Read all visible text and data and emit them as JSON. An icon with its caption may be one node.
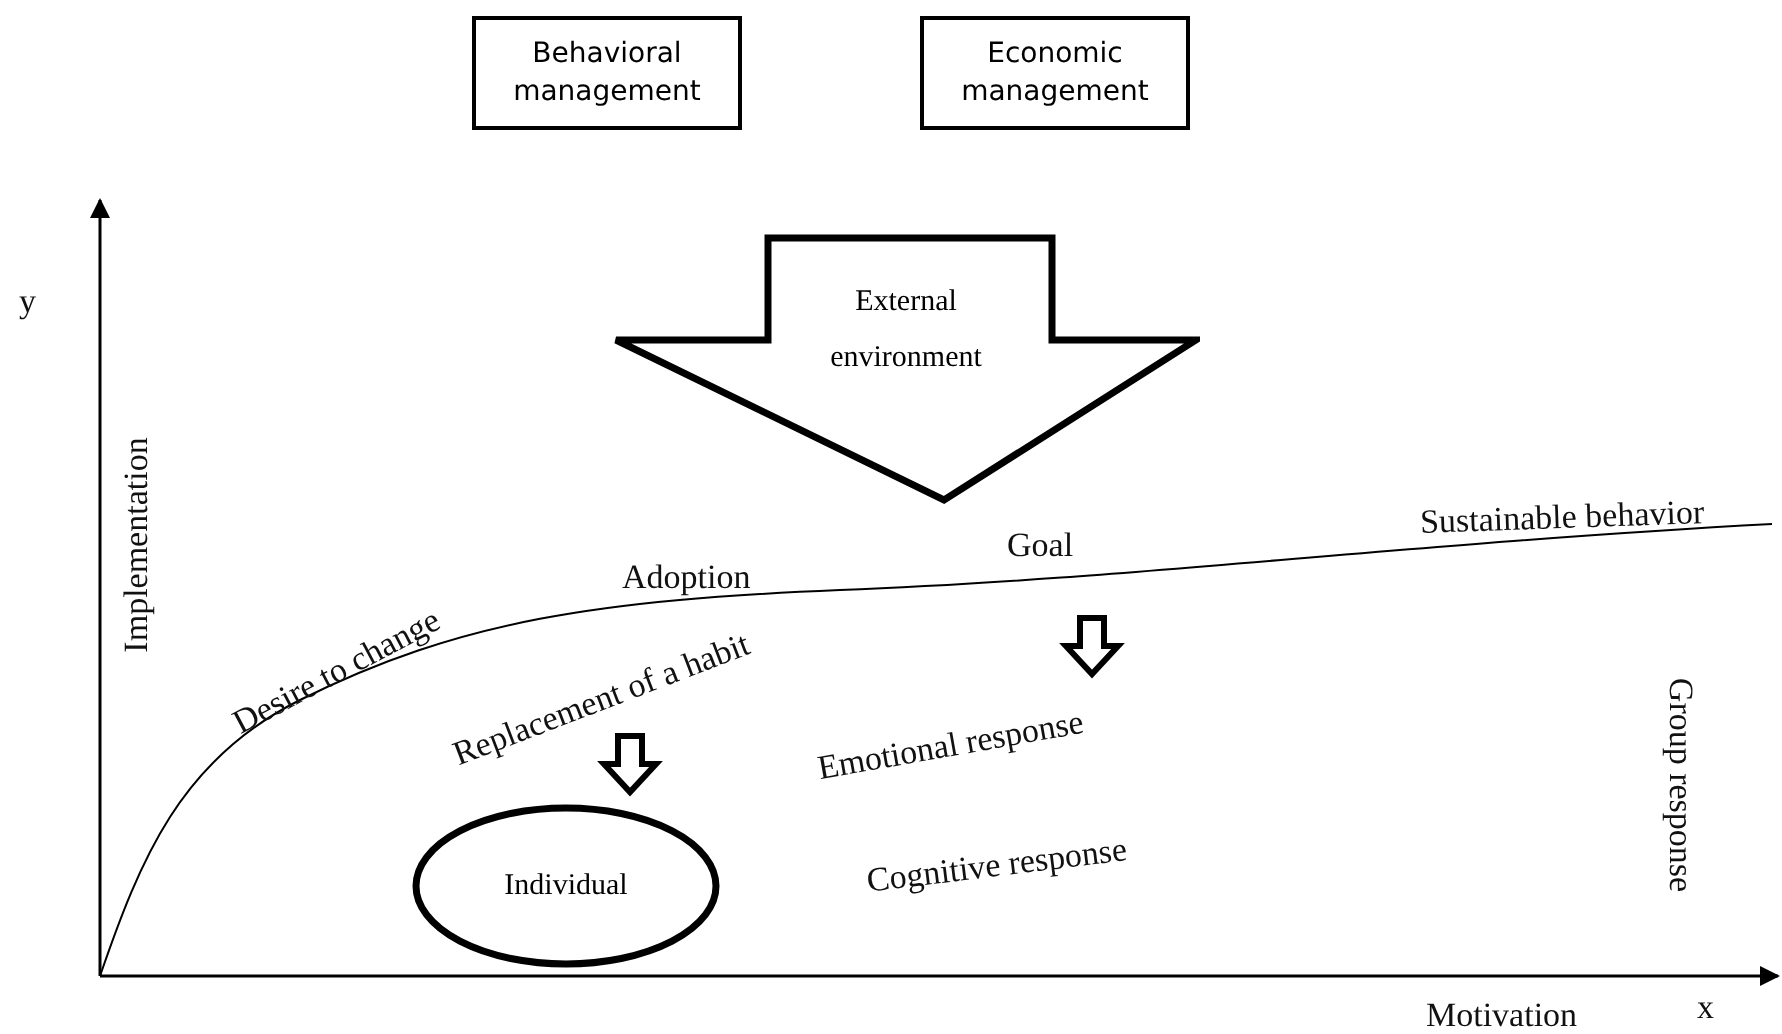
{
  "diagram": {
    "nodes": [
      {
        "text": [
          "Behavioral management"
        ]
      },
      {
        "text": [
          "Economic management"
        ]
      },
      {
        "text": [
          "External environment"
        ]
      },
      {
        "text": [
          "Individual"
        ]
      }
    ],
    "labels": [
      "y",
      "Implementation",
      "Desire to change",
      "Adoption",
      "Replacement of a habit",
      "Goal",
      "Sustainable behavior",
      "Emotional response",
      "Cognitive response",
      "Group response",
      "Motivation",
      "x"
    ]
  }
}
